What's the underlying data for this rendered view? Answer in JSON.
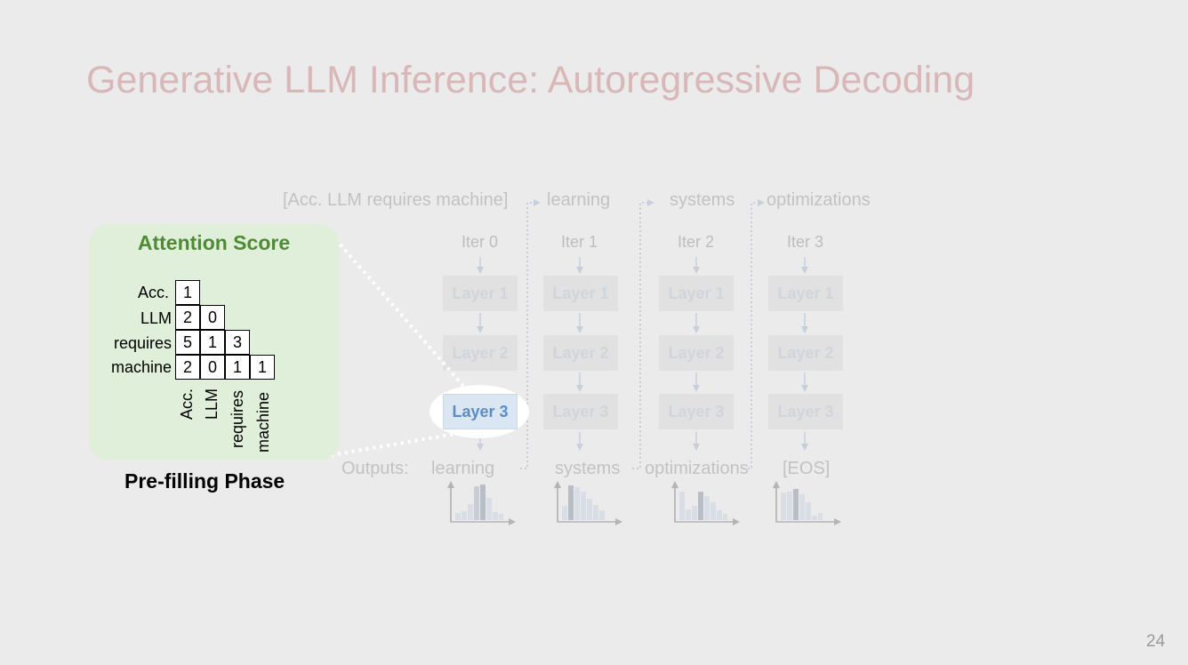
{
  "title": "Generative LLM Inference: Autoregressive Decoding",
  "page_number": "24",
  "input_tokens": "[Acc. LLM requires machine]",
  "generated_tokens": [
    "learning",
    "systems",
    "optimizations"
  ],
  "iterations": [
    {
      "label": "Iter 0",
      "layers": [
        "Layer 1",
        "Layer 2",
        "Layer 3"
      ],
      "output": "learning"
    },
    {
      "label": "Iter 1",
      "layers": [
        "Layer 1",
        "Layer 2",
        "Layer 3"
      ],
      "output": "systems"
    },
    {
      "label": "Iter 2",
      "layers": [
        "Layer 1",
        "Layer 2",
        "Layer 3"
      ],
      "output": "optimizations"
    },
    {
      "label": "Iter 3",
      "layers": [
        "Layer 1",
        "Layer 2",
        "Layer 3"
      ],
      "output": "[EOS]"
    }
  ],
  "outputs_label": "Outputs:",
  "attention": {
    "title": "Attention Score",
    "tokens": [
      "Acc.",
      "LLM",
      "requires",
      "machine"
    ],
    "rows": [
      [
        "1"
      ],
      [
        "2",
        "0"
      ],
      [
        "5",
        "1",
        "3"
      ],
      [
        "2",
        "0",
        "1",
        "1"
      ]
    ]
  },
  "phase_label": "Pre-filling Phase",
  "colors": {
    "title": "#d9b7b7",
    "attention_panel": "#e0efd9",
    "attention_title": "#4f8a34",
    "highlight_layer": "#5b8cc8"
  }
}
